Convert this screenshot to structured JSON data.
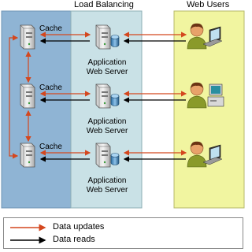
{
  "headers": {
    "load_balancing": "Load Balancing",
    "web_users": "Web Users"
  },
  "nodes": {
    "cache_label": "Cache",
    "app_server_line1": "Application",
    "app_server_line2": "Web Server"
  },
  "tiers": 3,
  "legend": {
    "updates": "Data updates",
    "reads": "Data reads"
  },
  "colors": {
    "cache_zone": "#8fb4d4",
    "load_balancing_zone": "#c9e1e6",
    "web_users_zone": "#f1f5a0",
    "updates_arrow": "#d4471e",
    "reads_arrow": "#000000"
  },
  "icons": [
    "server-icon",
    "database-icon",
    "user-laptop-icon",
    "user-desktop-icon"
  ]
}
